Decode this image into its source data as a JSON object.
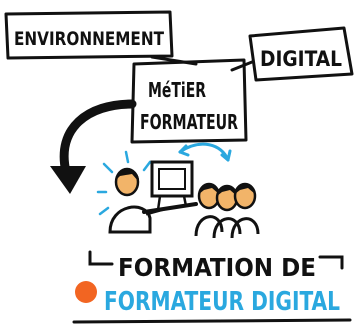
{
  "labels": {
    "environnement": "ENVIRONNEMENT",
    "digital": "DIGITAL",
    "metier_line1": "MéTiER",
    "metier_line2": "FORMATEUR",
    "formation_line1": "FORMATION DE",
    "formation_line2": "FORMATEUR DIGITAL"
  },
  "colors": {
    "ink": "#111111",
    "accent_blue": "#2aa8df",
    "bullet_orange": "#f26522",
    "skin": "#f2b469"
  },
  "icons": {
    "curved_arrow": "curved-arrow-icon",
    "double_arrow": "double-arrow-icon",
    "computer": "computer-icon",
    "trainer": "trainer-figure-icon",
    "learners": "learners-group-icon",
    "bullet": "orange-dot-icon"
  }
}
